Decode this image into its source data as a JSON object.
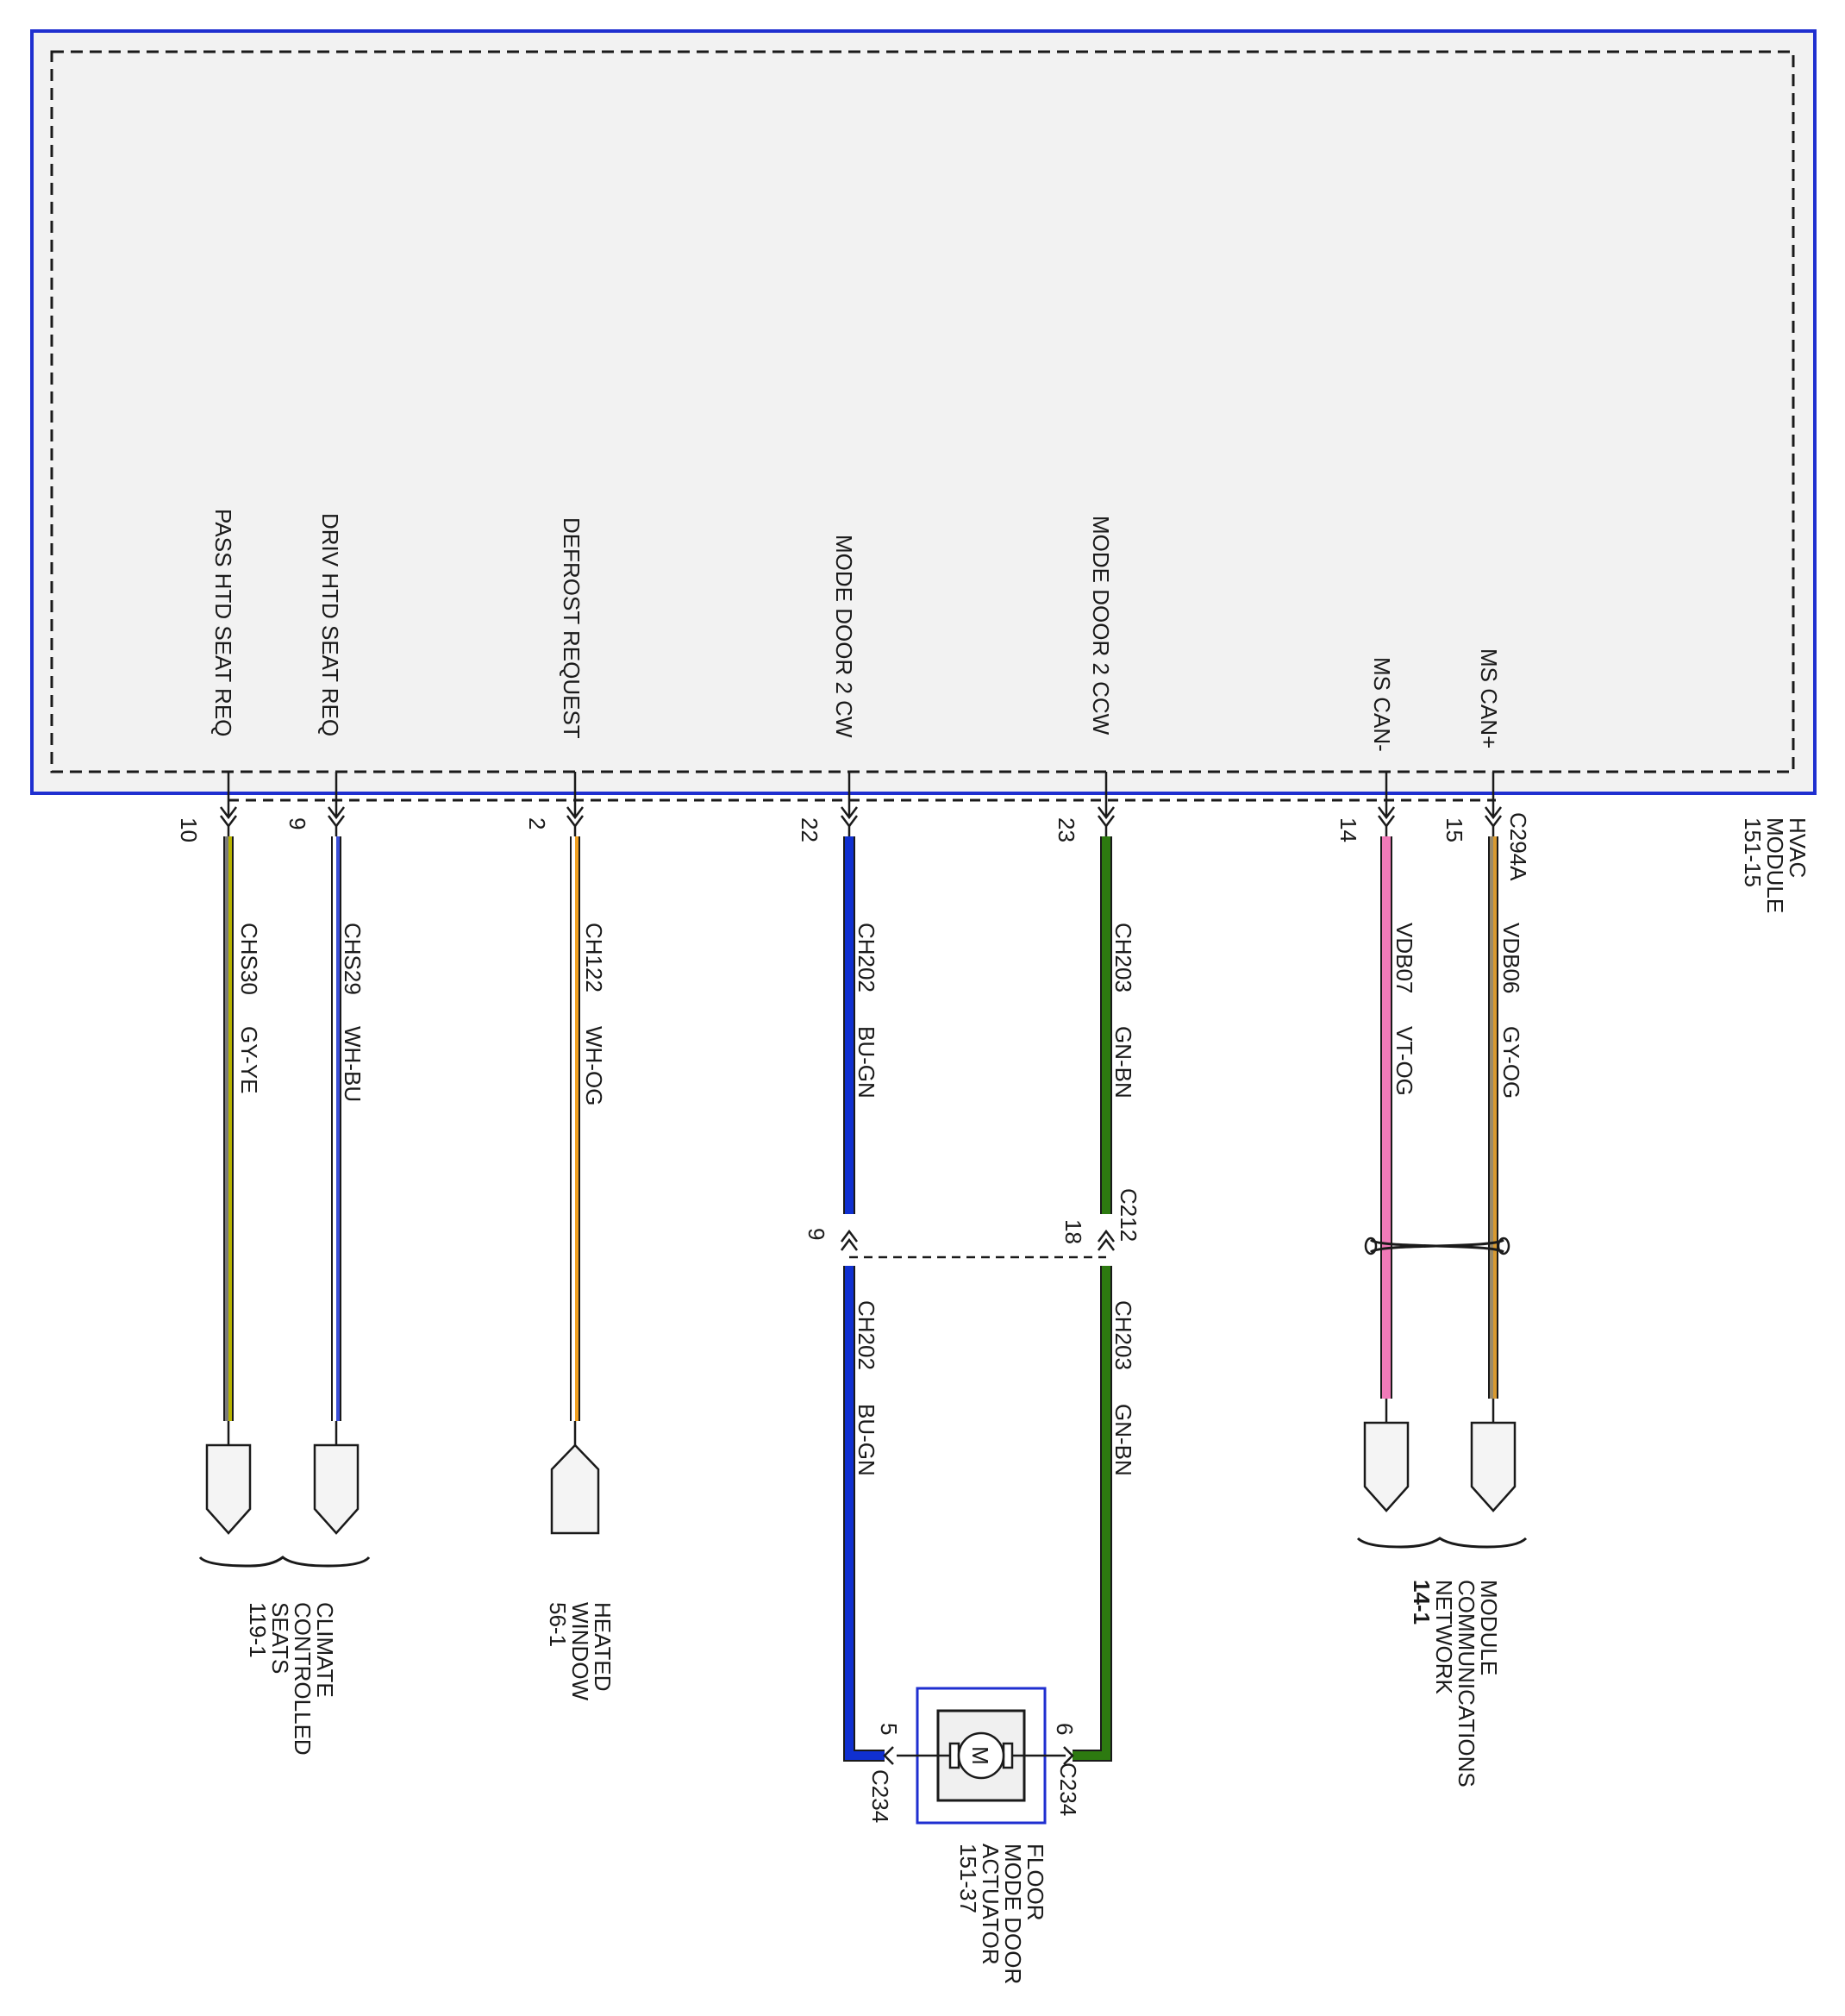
{
  "module": {
    "name_lines": [
      "HVAC",
      "MODULE"
    ],
    "ref": "151-15",
    "connector": "C294A",
    "pins": [
      {
        "num": "10",
        "label": "PASS HTD SEAT REQ"
      },
      {
        "num": "9",
        "label": "DRIV HTD SEAT REQ"
      },
      {
        "num": "2",
        "label": "DEFROST REQUEST"
      },
      {
        "num": "22",
        "label": "MODE DOOR 2 CW"
      },
      {
        "num": "23",
        "label": "MODE DOOR 2 CCW"
      },
      {
        "num": "14",
        "label": "MS CAN-"
      },
      {
        "num": "15",
        "label": "MS CAN+"
      }
    ]
  },
  "wires": [
    {
      "circuit": "CHS30",
      "color_code": "GY-YE",
      "colors": [
        "#7a7a7a",
        "#b6b200"
      ]
    },
    {
      "circuit": "CHS29",
      "color_code": "WH-BU",
      "colors": [
        "#ffffff",
        "#3c4fd8"
      ]
    },
    {
      "circuit": "CH122",
      "color_code": "WH-OG",
      "colors": [
        "#ffffff",
        "#f0a020"
      ]
    },
    {
      "circuit": "CH202",
      "color_code": "BU-GN",
      "colors": [
        "#1030d0",
        "#1030d0"
      ]
    },
    {
      "circuit": "CH203",
      "color_code": "GN-BN",
      "colors": [
        "#2d7a10",
        "#2d7a10"
      ]
    },
    {
      "circuit": "VDB07",
      "color_code": "VT-OG",
      "colors": [
        "#f07ab8",
        "#f07ab8"
      ]
    },
    {
      "circuit": "VDB06",
      "color_code": "GY-OG",
      "colors": [
        "#9a8a6a",
        "#d99a30"
      ]
    }
  ],
  "inline_connector": {
    "name": "C212",
    "pin_cw": "9",
    "pin_ccw": "18",
    "lower_cw": {
      "circuit": "CH202",
      "color_code": "BU-GN"
    },
    "lower_ccw": {
      "circuit": "CH203",
      "color_code": "GN-BN"
    }
  },
  "actuator": {
    "name_lines": [
      "FLOOR",
      "MODE DOOR",
      "ACTUATOR"
    ],
    "ref": "151-37",
    "motor_symbol": "M",
    "connector": "C234",
    "pin_left": "5",
    "pin_right": "6"
  },
  "destinations": [
    {
      "name_lines": [
        "CLIMATE",
        "CONTROLLED",
        "SEATS"
      ],
      "ref": "119-1"
    },
    {
      "name_lines": [
        "HEATED",
        "WINDOW"
      ],
      "ref": "56-1"
    },
    {
      "name_lines": [
        "MODULE",
        "COMMUNICATIONS",
        "NETWORK"
      ],
      "ref": "14-1"
    }
  ],
  "colors": {
    "module_border": "#1f2fd0",
    "module_fill": "#f2f2f2",
    "line": "#1a1a1a",
    "actuator_border": "#1f2fd0"
  }
}
